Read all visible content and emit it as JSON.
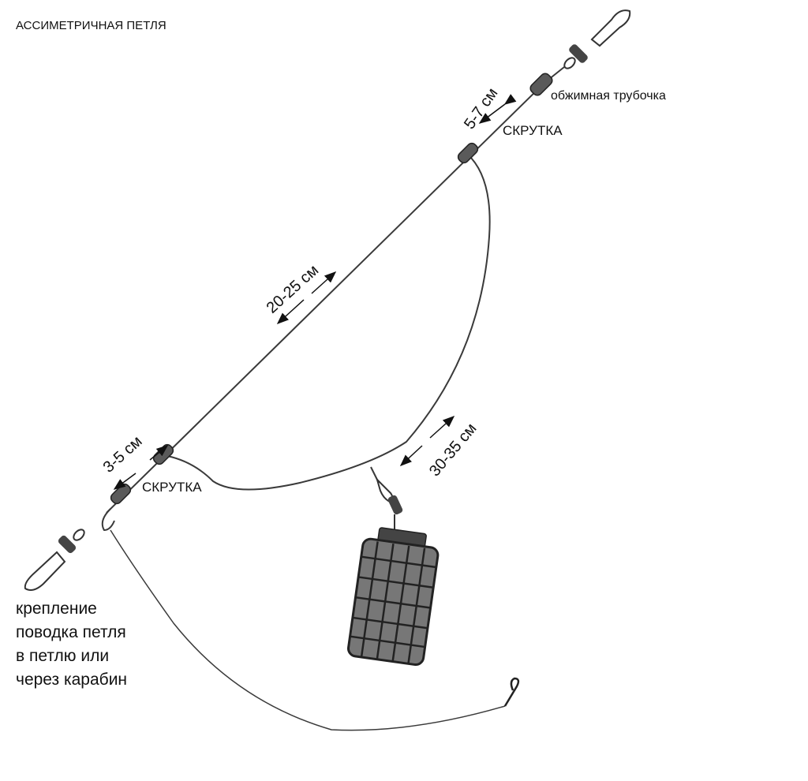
{
  "title": "АССИМЕТРИЧНАЯ ПЕТЛЯ",
  "labels": {
    "crimp_tube": "обжимная трубочка",
    "twist_top": "СКРУТКА",
    "twist_bottom": "СКРУТКА",
    "dim_top": "5-7 см",
    "dim_main": "20-25 см",
    "dim_left": "3-5 см",
    "dim_feeder": "30-35 см",
    "leader_note": [
      "крепление",
      "поводка петля",
      "в петлю или",
      "через карабин"
    ]
  },
  "colors": {
    "line": "#3a3a3a",
    "feeder": "#555555",
    "text": "#111111"
  }
}
